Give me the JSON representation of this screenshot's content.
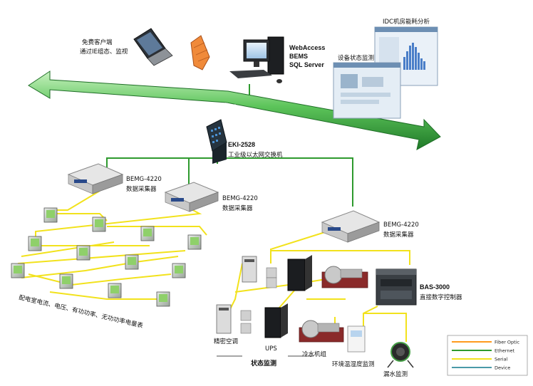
{
  "colors": {
    "ethernet": "#2e9a2e",
    "serial": "#f2e21c",
    "fiber": "#ff9a1e",
    "device": "#4a9aa8",
    "backbone": "#2f9a3a",
    "backbone_light": "#aee6a8"
  },
  "labels": {
    "client": [
      "免费客户端",
      "通过IE组态、监视"
    ],
    "server": [
      "WebAccess",
      "BEMS",
      "SQL Server"
    ],
    "idc": "IDC机房能耗分析",
    "device_monitor": "设备状态监测",
    "ethernet": "Ethernet",
    "switch": [
      "EKI-2528",
      "工业级以太网交换机"
    ],
    "bemg1": [
      "BEMG-4220",
      "数据采集器"
    ],
    "bemg2": [
      "BEMG-4220",
      "数据采集器"
    ],
    "bemg3": [
      "BEMG-4220",
      "数据采集器"
    ],
    "bas": [
      "BAS-3000",
      "直接数字控制器"
    ],
    "meters": "配电室电流、电压、有功功率、无功功率电量表",
    "ac": "精密空调",
    "ups": "UPS",
    "chiller": "冷水机组",
    "env": "环境温湿度监测",
    "leak": "漏水监测",
    "status": "状态监测"
  },
  "legend": [
    {
      "label": "Fiber Optic",
      "color": "#ff9a1e"
    },
    {
      "label": "Ethernet",
      "color": "#2e9a2e"
    },
    {
      "label": "Serial",
      "color": "#f2e21c"
    },
    {
      "label": "Device",
      "color": "#4a9aa8"
    }
  ]
}
